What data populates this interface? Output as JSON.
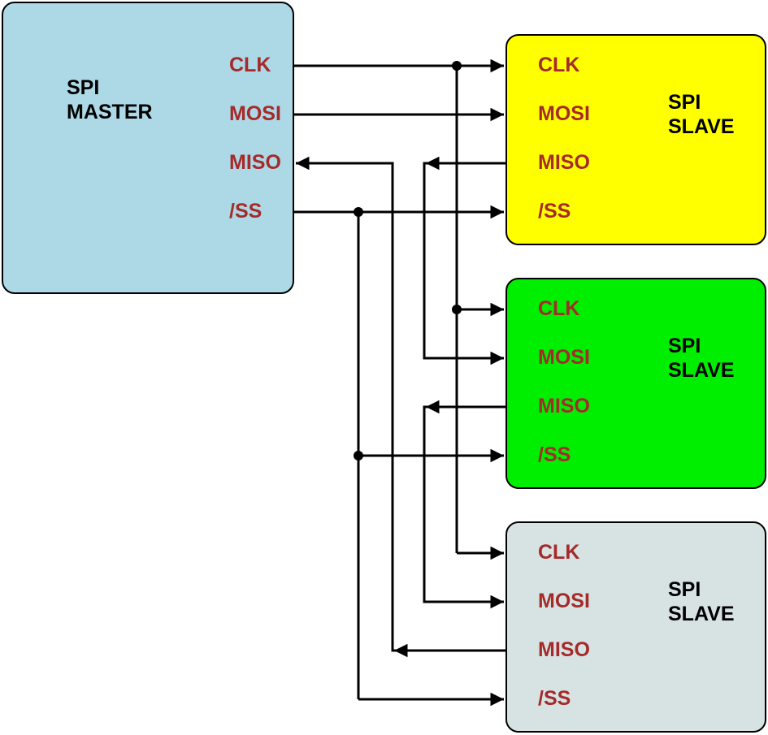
{
  "colors": {
    "master_fill": "#add8e6",
    "slave1_fill": "#ffff00",
    "slave2_fill": "#00ee00",
    "slave3_fill": "#d7e3e3",
    "pin_label": "#a52a2a",
    "title_text": "#000000",
    "wire": "#000000"
  },
  "master": {
    "title_line1": "SPI",
    "title_line2": "MASTER",
    "pins": {
      "clk": "CLK",
      "mosi": "MOSI",
      "miso": "MISO",
      "ss": "/SS"
    }
  },
  "slaves": [
    {
      "title_line1": "SPI",
      "title_line2": "SLAVE",
      "pins": {
        "clk": "CLK",
        "mosi": "MOSI",
        "miso": "MISO",
        "ss": "/SS"
      }
    },
    {
      "title_line1": "SPI",
      "title_line2": "SLAVE",
      "pins": {
        "clk": "CLK",
        "mosi": "MOSI",
        "miso": "MISO",
        "ss": "/SS"
      }
    },
    {
      "title_line1": "SPI",
      "title_line2": "SLAVE",
      "pins": {
        "clk": "CLK",
        "mosi": "MOSI",
        "miso": "MISO",
        "ss": "/SS"
      }
    }
  ]
}
